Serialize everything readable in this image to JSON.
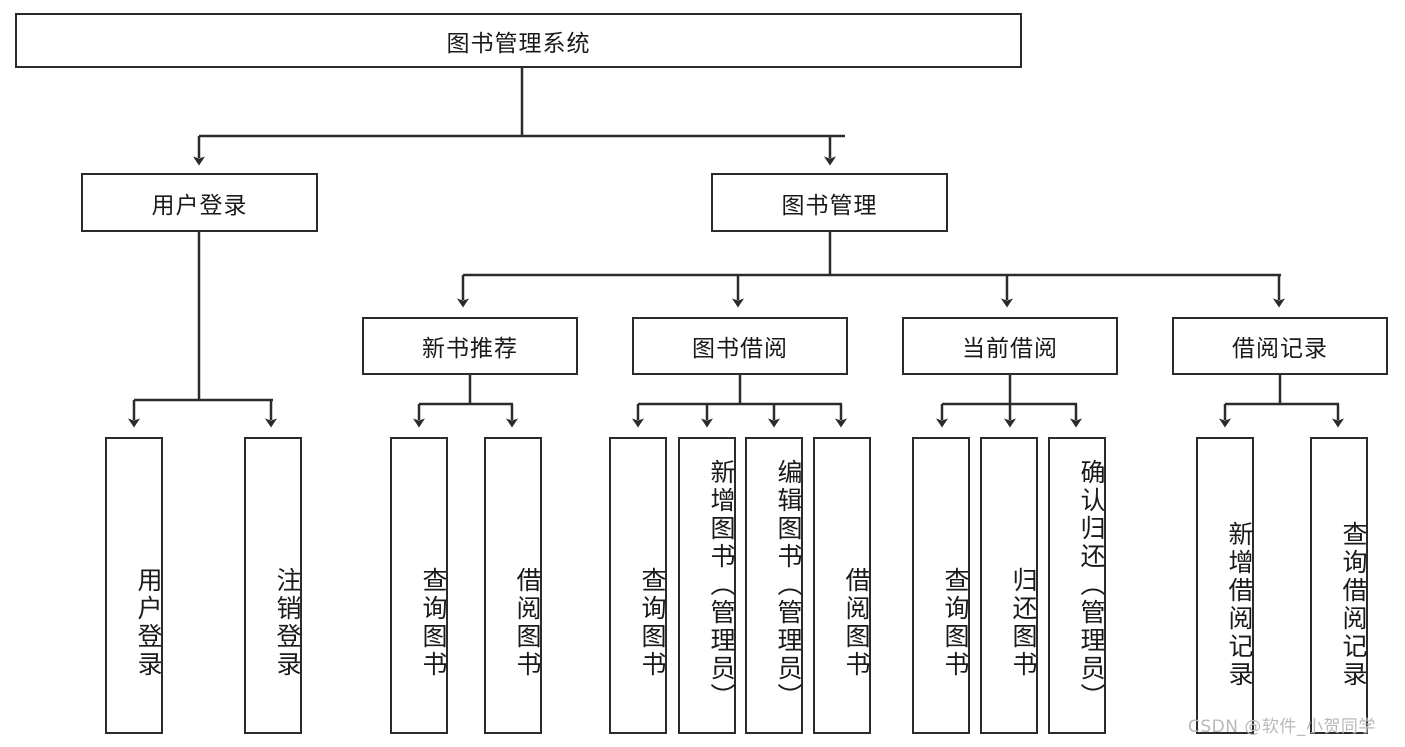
{
  "diagram": {
    "title": "图书管理系统",
    "watermark": "CSDN @软件_小贺同学",
    "stroke_color": "#2b2b2b",
    "background_color": "#ffffff",
    "type": "tree-hierarchy-diagram",
    "root": {
      "label": "图书管理系统"
    },
    "level2": [
      {
        "label": "用户登录"
      },
      {
        "label": "图书管理"
      }
    ],
    "level3": [
      {
        "label": "新书推荐"
      },
      {
        "label": "图书借阅"
      },
      {
        "label": "当前借阅"
      },
      {
        "label": "借阅记录"
      }
    ],
    "leaves": {
      "user_login": [
        {
          "label": "用户登录"
        },
        {
          "label": "注销登录"
        }
      ],
      "new_book_recommend": [
        {
          "label": "查询图书"
        },
        {
          "label": "借阅图书"
        }
      ],
      "book_borrow": [
        {
          "label": "查询图书"
        },
        {
          "label": "新增图书（管理员）"
        },
        {
          "label": "编辑图书（管理员）"
        },
        {
          "label": "借阅图书"
        }
      ],
      "current_borrow": [
        {
          "label": "查询图书"
        },
        {
          "label": "归还图书"
        },
        {
          "label": "确认归还（管理员）"
        }
      ],
      "borrow_record": [
        {
          "label": "新增借阅记录"
        },
        {
          "label": "查询借阅记录"
        }
      ]
    }
  }
}
